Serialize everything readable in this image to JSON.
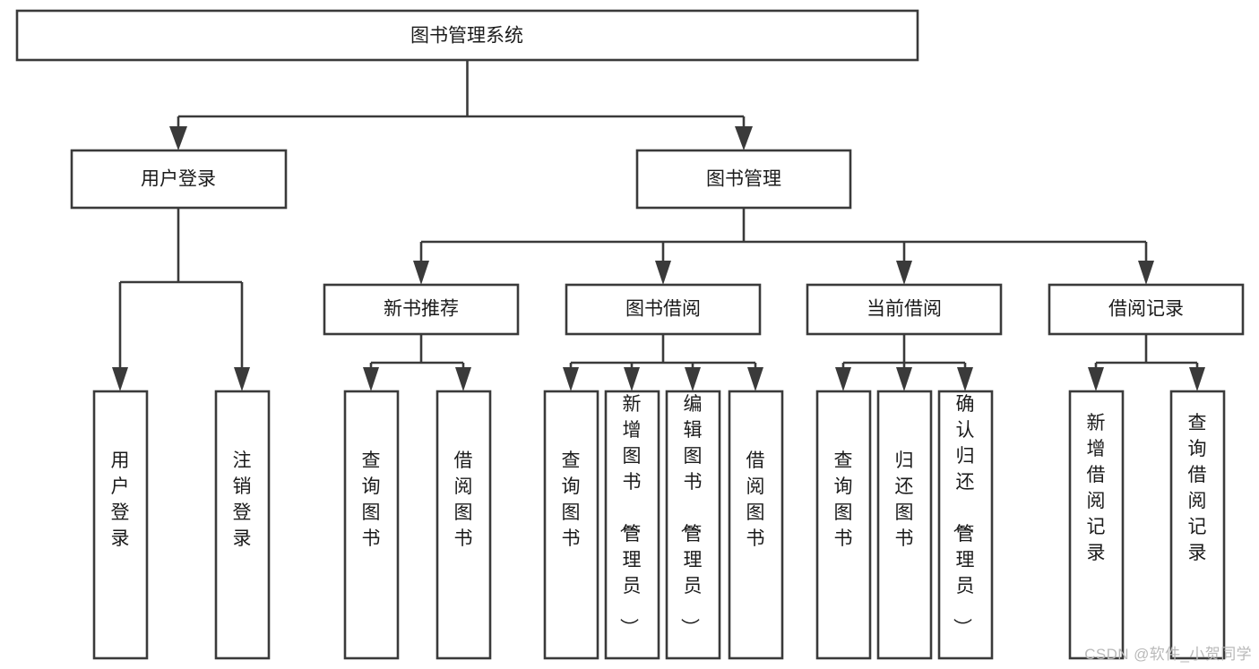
{
  "diagram": {
    "type": "tree-hierarchy-chart",
    "title": "图书管理系统",
    "colors": {
      "box_stroke": "#3a3a3a",
      "box_fill": "#ffffff",
      "connector": "#3a3a3a",
      "text": "#1b1b1b",
      "background": "#ffffff",
      "watermark": "#b9b9b9"
    },
    "levels": {
      "root": {
        "label": "图书管理系统"
      },
      "level2": [
        {
          "id": "user-login",
          "label": "用户登录"
        },
        {
          "id": "book-management",
          "label": "图书管理"
        }
      ],
      "level3": [
        {
          "id": "new-book-recommend",
          "label": "新书推荐",
          "parent": "book-management"
        },
        {
          "id": "book-borrow",
          "label": "图书借阅",
          "parent": "book-management"
        },
        {
          "id": "current-borrow",
          "label": "当前借阅",
          "parent": "book-management"
        },
        {
          "id": "borrow-record",
          "label": "借阅记录",
          "parent": "book-management"
        }
      ],
      "leaves": [
        {
          "id": "leaf-user-login",
          "label": "用户登录",
          "parent": "user-login"
        },
        {
          "id": "leaf-logout-login",
          "label": "注销登录",
          "parent": "user-login"
        },
        {
          "id": "leaf-query-book-1",
          "label": "查询图书",
          "parent": "new-book-recommend"
        },
        {
          "id": "leaf-borrow-book-1",
          "label": "借阅图书",
          "parent": "new-book-recommend"
        },
        {
          "id": "leaf-query-book-2",
          "label": "查询图书",
          "parent": "book-borrow"
        },
        {
          "id": "leaf-add-book",
          "label": "新增图书（管理员）",
          "parent": "book-borrow"
        },
        {
          "id": "leaf-edit-book",
          "label": "编辑图书（管理员）",
          "parent": "book-borrow"
        },
        {
          "id": "leaf-borrow-book-2",
          "label": "借阅图书",
          "parent": "book-borrow"
        },
        {
          "id": "leaf-query-book-3",
          "label": "查询图书",
          "parent": "current-borrow"
        },
        {
          "id": "leaf-return-book",
          "label": "归还图书",
          "parent": "current-borrow"
        },
        {
          "id": "leaf-confirm-return",
          "label": "确认归还（管理员）",
          "parent": "current-borrow"
        },
        {
          "id": "leaf-add-borrow-record",
          "label": "新增借阅记录",
          "parent": "borrow-record"
        },
        {
          "id": "leaf-query-borrow-record",
          "label": "查询借阅记录",
          "parent": "borrow-record"
        }
      ]
    }
  },
  "watermark": {
    "text": "CSDN @软件_小贺同学"
  }
}
